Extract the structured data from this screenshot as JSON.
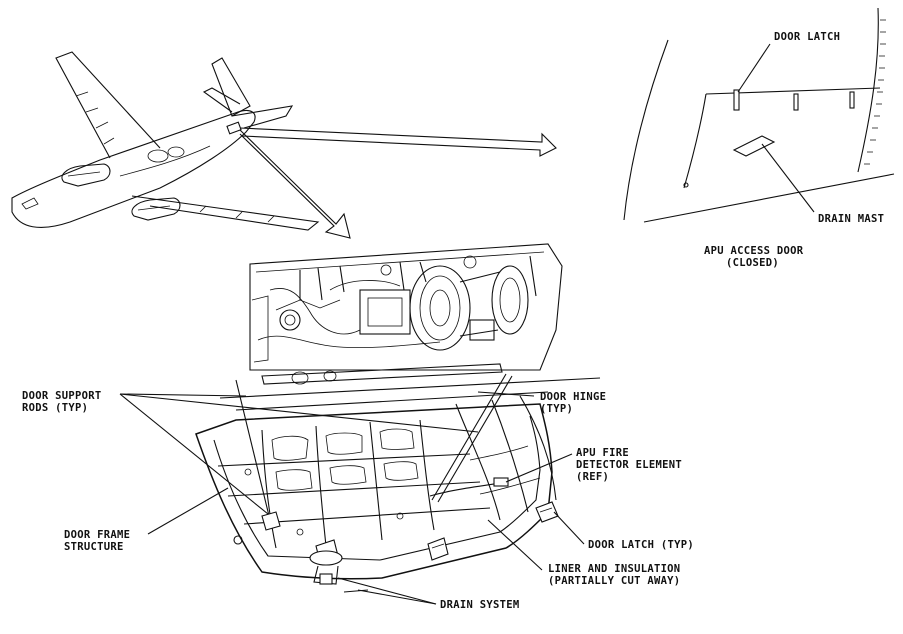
{
  "labels": {
    "door_latch_top": "DOOR LATCH",
    "drain_mast": "DRAIN MAST",
    "access_door_l1": "APU ACCESS DOOR",
    "access_door_l2": "(CLOSED)",
    "door_support_l1": "DOOR SUPPORT",
    "door_support_l2": "RODS (TYP)",
    "door_hinge_l1": "DOOR HINGE",
    "door_hinge_l2": "(TYP)",
    "fire_detector_l1": "APU FIRE",
    "fire_detector_l2": "DETECTOR ELEMENT",
    "fire_detector_l3": "(REF)",
    "door_frame_l1": "DOOR FRAME",
    "door_frame_l2": "STRUCTURE",
    "door_latch_typ": "DOOR LATCH (TYP)",
    "liner_l1": "LINER AND INSULATION",
    "liner_l2": "(PARTIALLY CUT AWAY)",
    "drain_system": "DRAIN SYSTEM"
  }
}
